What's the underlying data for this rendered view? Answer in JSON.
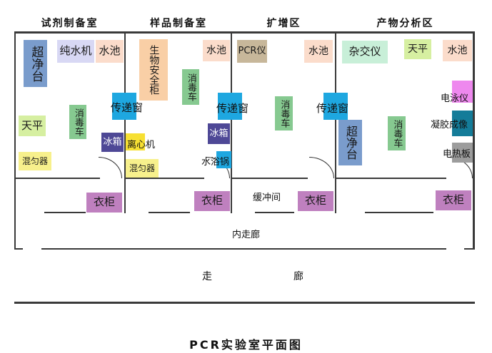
{
  "rooms": [
    {
      "name": "试剂制备室"
    },
    {
      "name": "样品制备室"
    },
    {
      "name": "扩增区"
    },
    {
      "name": "产物分析区"
    }
  ],
  "room1": {
    "ultra_clean": "超净台",
    "water_machine": "纯水机",
    "sink": "水池",
    "scale": "天平",
    "cart": "消毒车",
    "fridge": "冰箱",
    "mixer": "混匀器",
    "pass_window": "传递窗",
    "wardrobe": "衣柜"
  },
  "room2": {
    "bio_cabinet": "生物安全柜",
    "cart": "消毒车",
    "sink": "水池",
    "centrifuge": "离心机",
    "mixer": "混匀器",
    "fridge": "冰箱",
    "water_bath": "水浴锅",
    "pass_window": "传递窗",
    "wardrobe": "衣柜"
  },
  "room3": {
    "pcr": "PCR仪",
    "sink": "水池",
    "cart": "消毒车",
    "pass_window": "传递窗",
    "buffer": "缓冲间",
    "wardrobe": "衣柜"
  },
  "room4": {
    "hybrid": "杂交仪",
    "scale": "天平",
    "sink": "水池",
    "electrophoresis": "电泳仪",
    "ultra_clean": "超净台",
    "cart": "消毒车",
    "gel_imager": "凝胶成像",
    "heat_plate": "电热板",
    "wardrobe": "衣柜"
  },
  "inner_corridor": "内走廊",
  "corridor_left": "走",
  "corridor_right": "廊",
  "caption": "PCR实验室平面图",
  "colors": {
    "blue": "#7a9ccc",
    "lavender": "#d8d8f4",
    "peach": "#fbdccb",
    "lime": "#d6efa1",
    "green": "#86c990",
    "navy": "#4e4896",
    "yellow": "#f7f08c",
    "cyan": "#1ea7e0",
    "purple": "#bf80bf",
    "tan": "#c7b79a",
    "mint": "#c8efd8",
    "pink": "#ee88ee",
    "teal": "#147c99",
    "gray": "#9c9c9c",
    "orange": "#f9cfa6"
  }
}
